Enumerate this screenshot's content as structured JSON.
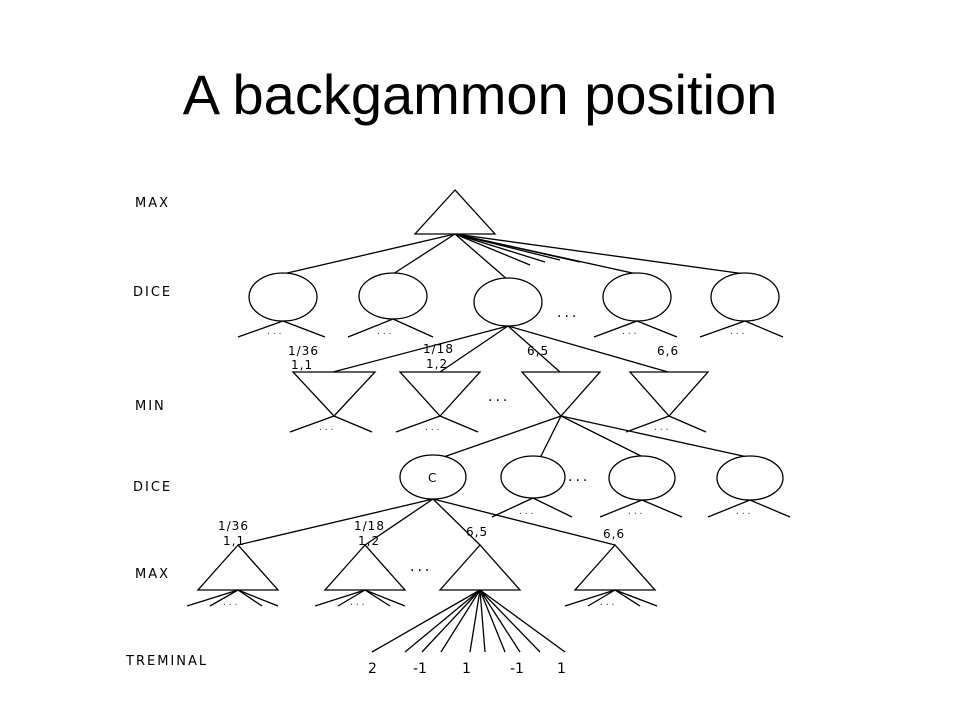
{
  "title": "A backgammon position",
  "levels": [
    "MAX",
    "DICE",
    "MIN",
    "DICE",
    "MAX",
    "TREMINAL"
  ],
  "ellipsis": "...",
  "chance_node_label": "C",
  "branch_labels_min": [
    {
      "prob": "1/36",
      "roll": "1,1"
    },
    {
      "prob": "1/18",
      "roll": "1,2"
    },
    {
      "prob": "",
      "roll": "6,5"
    },
    {
      "prob": "",
      "roll": "6,6"
    }
  ],
  "branch_labels_max": [
    {
      "prob": "1/36",
      "roll": "1,1"
    },
    {
      "prob": "1/18",
      "roll": "1,2"
    },
    {
      "prob": "",
      "roll": "6,5"
    },
    {
      "prob": "",
      "roll": "6,6"
    }
  ],
  "terminal_values": [
    "2",
    "-1",
    "1",
    "-1",
    "1"
  ]
}
